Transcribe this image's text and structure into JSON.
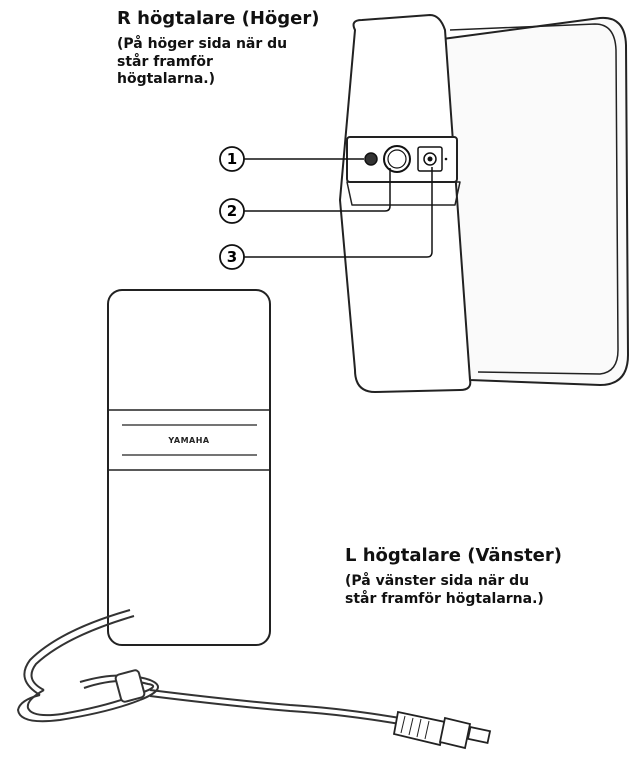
{
  "right_speaker": {
    "title": "R högtalare (Höger)",
    "subtitle": "(På höger sida när du står framför högtalarna.)"
  },
  "left_speaker": {
    "title": "L högtalare (Vänster)",
    "subtitle": "(På vänster sida när du står framför högtalarna.)",
    "brand": "YAMAHA"
  },
  "callouts": [
    "1",
    "2",
    "3"
  ]
}
